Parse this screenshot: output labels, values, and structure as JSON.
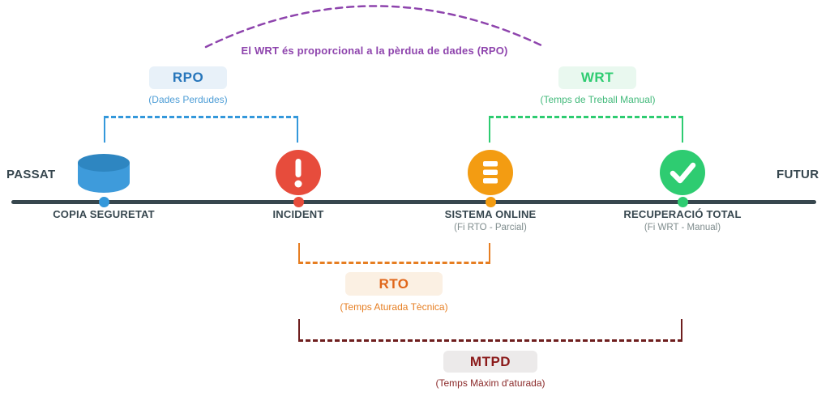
{
  "annotation": {
    "text": "El WRT és proporcional a la pèrdua de dades (RPO)",
    "color": "#8E44AD"
  },
  "timeline": {
    "past_label": "PASSAT",
    "future_label": "FUTUR",
    "line_color": "#37474E"
  },
  "milestones": [
    {
      "label": "COPIA SEGURETAT",
      "icon": "database-icon",
      "color": "#3498DB"
    },
    {
      "label": "INCIDENT",
      "icon": "exclamation-icon",
      "color": "#E74C3C"
    },
    {
      "label": "SISTEMA ONLINE",
      "sublabel": "(Fi RTO - Parcial)",
      "icon": "list-icon",
      "color": "#F39C12"
    },
    {
      "label": "RECUPERACIÓ TOTAL",
      "sublabel": "(Fi WRT - Manual)",
      "icon": "check-icon",
      "color": "#2ECC71"
    }
  ],
  "metrics": {
    "rpo": {
      "label": "RPO",
      "sublabel": "(Dades Perdudes)",
      "color": "#3498DB",
      "badge_bg": "#E8F1F9"
    },
    "wrt": {
      "label": "WRT",
      "sublabel": "(Temps de Treball Manual)",
      "color": "#2ECC71",
      "badge_bg": "#E9F8EF"
    },
    "rto": {
      "label": "RTO",
      "sublabel": "(Temps Aturada Tècnica)",
      "color": "#E67E22",
      "badge_bg": "#FBF0E3"
    },
    "mtpd": {
      "label": "MTPD",
      "sublabel": "(Temps Màxim d'aturada)",
      "color": "#6E1E1E",
      "badge_bg": "#ECEAEA"
    }
  }
}
